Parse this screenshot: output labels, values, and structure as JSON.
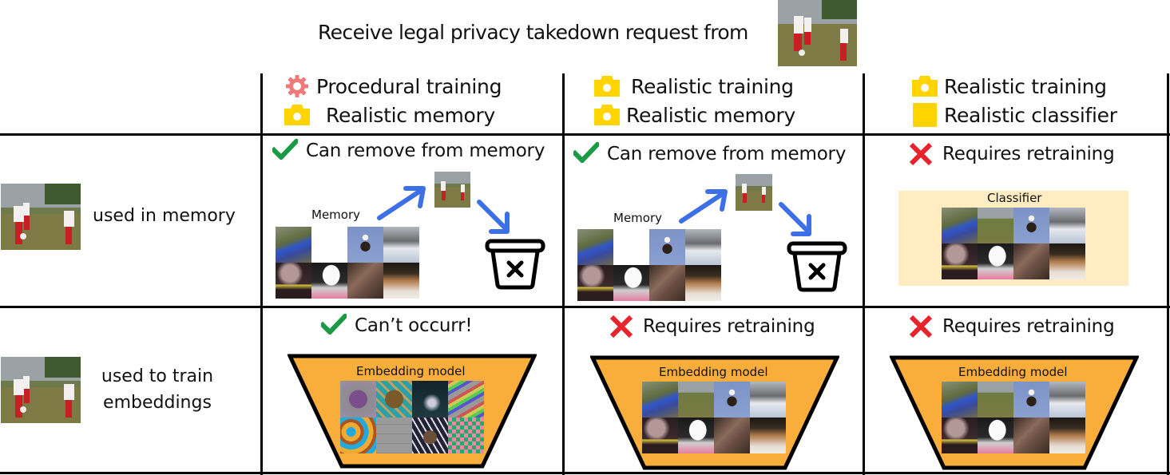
{
  "title": {
    "text": "Receive legal privacy takedown request from",
    "request_image": "soccer-players-photo"
  },
  "columns": [
    {
      "id": "procedural",
      "lines": [
        {
          "icon": "gear-icon",
          "icon_color": "#f07a7a",
          "text": "Procedural training"
        },
        {
          "icon": "camera-icon",
          "icon_color": "#ffd400",
          "text": "Realistic memory"
        }
      ]
    },
    {
      "id": "realistic-memory",
      "lines": [
        {
          "icon": "camera-icon",
          "icon_color": "#ffd400",
          "text": "Realistic training"
        },
        {
          "icon": "camera-icon",
          "icon_color": "#ffd400",
          "text": "Realistic memory"
        }
      ]
    },
    {
      "id": "realistic-classifier",
      "lines": [
        {
          "icon": "camera-icon",
          "icon_color": "#ffd400",
          "text": "Realistic training"
        },
        {
          "icon": "square-icon",
          "icon_color": "#ffd400",
          "text": "Realistic classifier"
        }
      ]
    }
  ],
  "rows": [
    {
      "label": "used in memory",
      "image": "soccer-players-photo",
      "cells": [
        {
          "status": "ok",
          "icon": "checkmark-icon",
          "text": "Can remove from memory",
          "diagram": "memory-removal",
          "memory_label": "Memory"
        },
        {
          "status": "ok",
          "icon": "checkmark-icon",
          "text": "Can remove from memory",
          "diagram": "memory-removal",
          "memory_label": "Memory"
        },
        {
          "status": "fail",
          "icon": "cross-icon",
          "text": "Requires retraining",
          "diagram": "classifier",
          "box_label": "Classifier"
        }
      ]
    },
    {
      "label_lines": [
        "used to train",
        "embeddings"
      ],
      "image": "soccer-players-photo",
      "cells": [
        {
          "status": "ok",
          "icon": "checkmark-icon",
          "text": "Can’t occurr!",
          "diagram": "embedding-model",
          "box_label": "Embedding model",
          "images": "procedural"
        },
        {
          "status": "fail",
          "icon": "cross-icon",
          "text": "Requires retraining",
          "diagram": "embedding-model",
          "box_label": "Embedding model",
          "images": "realistic"
        },
        {
          "status": "fail",
          "icon": "cross-icon",
          "text": "Requires retraining",
          "diagram": "embedding-model",
          "box_label": "Embedding model",
          "images": "realistic"
        }
      ]
    }
  ],
  "colors": {
    "check": "#1a9a45",
    "cross": "#e8232b",
    "arrow": "#3d6fe6",
    "camera": "#ffd400",
    "gear": "#f07a7a",
    "embedding_fill": "#f9ae3b",
    "classifier_fill": "#ffedc1"
  },
  "image_sets": {
    "realistic": [
      "scooter",
      "soccer-players",
      "bald-eagle",
      "rooftops-book",
      "smoke-taxi",
      "hat-stack",
      "shoe",
      "cat"
    ],
    "memory": [
      "scooter",
      "removed",
      "bald-eagle",
      "rooftops-book",
      "smoke-taxi",
      "hat-stack",
      "shoe",
      "cat"
    ],
    "procedural": [
      "purple-texture",
      "teal-swirl",
      "sine-waves",
      "rainbow-stripes",
      "color-swirl",
      "gray-grid",
      "lattice",
      "checker-scene"
    ]
  }
}
